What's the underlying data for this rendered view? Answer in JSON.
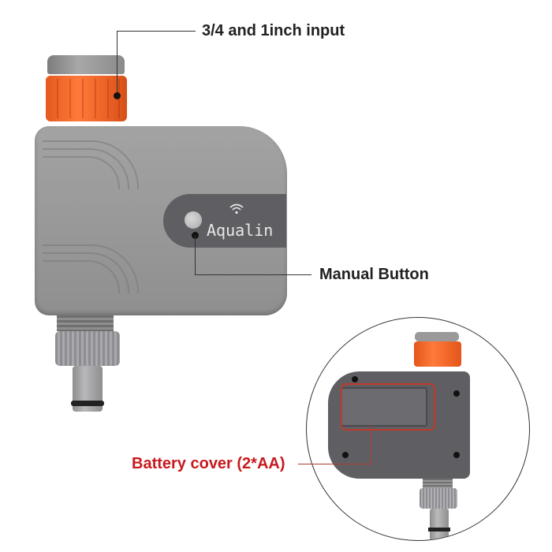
{
  "annotations": {
    "input_label": "3/4 and 1inch input",
    "manual_button_label": "Manual Button",
    "battery_label": "Battery cover (2*AA)"
  },
  "device": {
    "brand": "Aqualin",
    "wifi_icon": "wifi-icon"
  },
  "colors": {
    "body_gray": "#959595",
    "panel_dark": "#5f5f63",
    "accent_orange": "#f26a2e",
    "battery_label_red": "#c8191e",
    "text_dark": "#222222"
  }
}
